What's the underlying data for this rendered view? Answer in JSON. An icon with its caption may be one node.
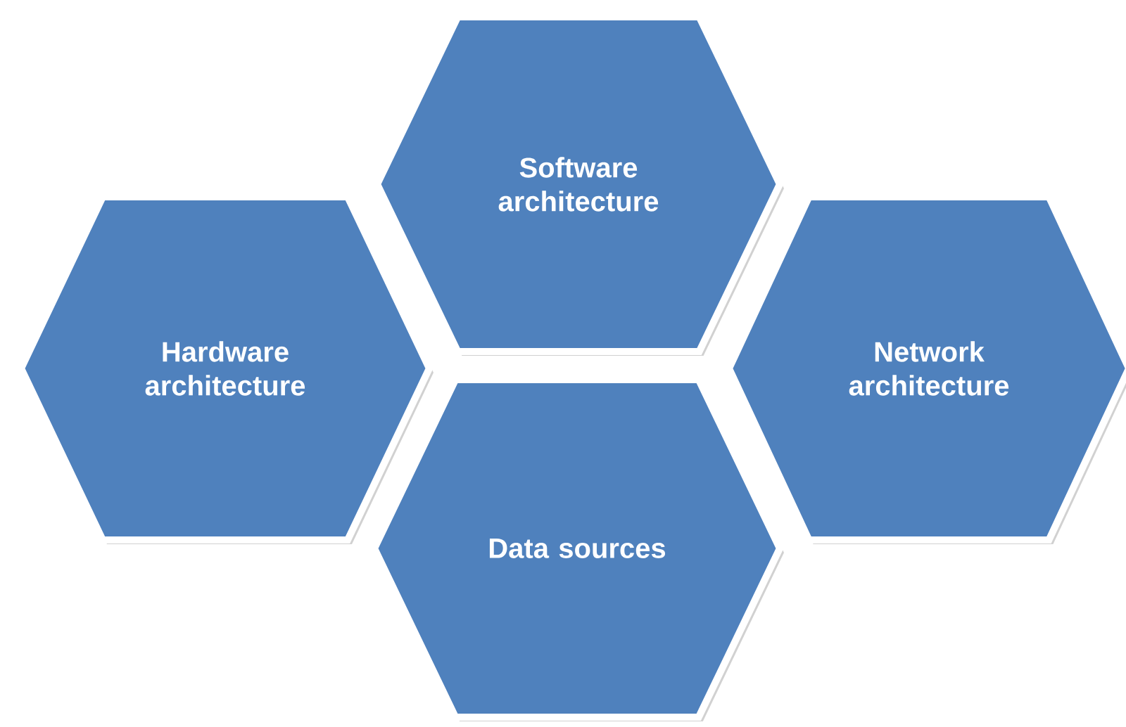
{
  "diagram": {
    "nodes": [
      {
        "text": [
          "Software architecture"
        ]
      },
      {
        "text": [
          "Hardware architecture"
        ]
      },
      {
        "text": [
          "Network architecture"
        ]
      },
      {
        "text": [
          "Data sources"
        ]
      }
    ]
  }
}
